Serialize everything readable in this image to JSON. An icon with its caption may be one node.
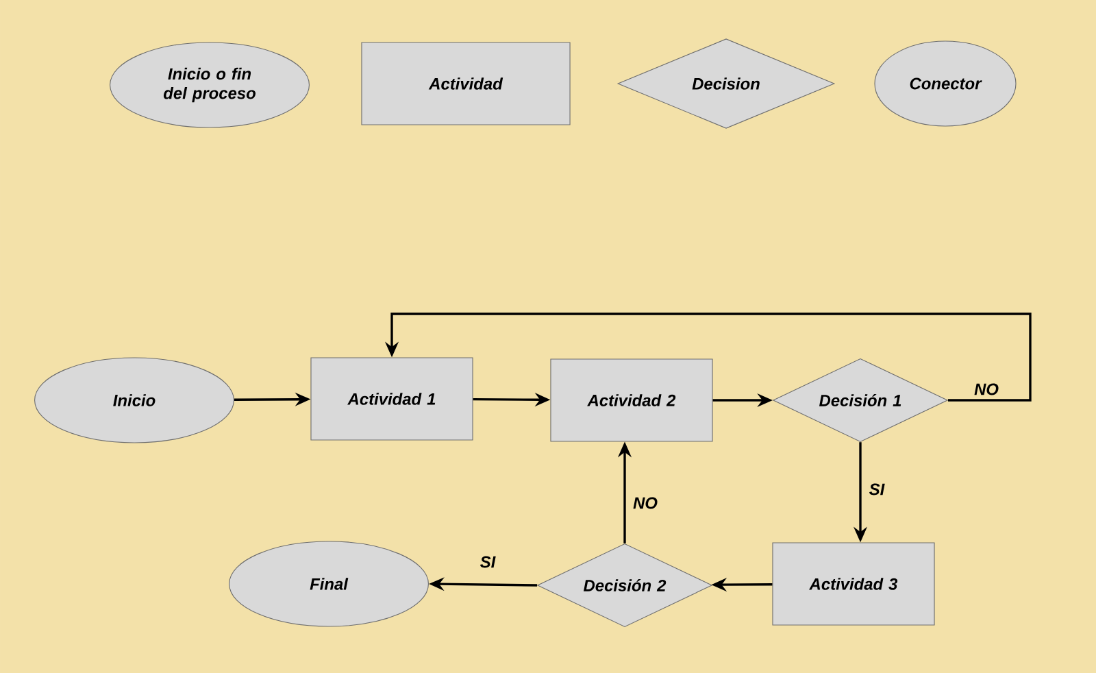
{
  "diagram": {
    "nodes": [
      {
        "text": [
          "Inicio o fin del proceso"
        ]
      },
      {
        "text": [
          "Actividad"
        ]
      },
      {
        "text": [
          "Decision"
        ]
      },
      {
        "text": [
          "Conector"
        ]
      },
      {
        "text": [
          "Inicio"
        ]
      },
      {
        "text": [
          "Actividad 1"
        ]
      },
      {
        "text": [
          "Actividad 2"
        ]
      },
      {
        "text": [
          "Decisión 1"
        ]
      },
      {
        "text": [
          "Actividad 3"
        ]
      },
      {
        "text": [
          "Decisión 2"
        ]
      },
      {
        "text": [
          "Final"
        ]
      }
    ],
    "edges": [
      {
        "from": 4,
        "to": 5,
        "arrow": "to"
      },
      {
        "from": 5,
        "to": 6,
        "arrow": "to"
      },
      {
        "from": 6,
        "to": 7,
        "arrow": "to"
      },
      {
        "from": 7,
        "to": 5,
        "arrow": "to",
        "label": "NO"
      },
      {
        "from": 7,
        "to": 8,
        "arrow": "to",
        "label": "SI"
      },
      {
        "from": 8,
        "to": 9,
        "arrow": "to"
      },
      {
        "from": 9,
        "to": 6,
        "arrow": "to",
        "label": "NO"
      },
      {
        "from": 9,
        "to": 10,
        "arrow": "to",
        "label": "SI"
      }
    ]
  }
}
